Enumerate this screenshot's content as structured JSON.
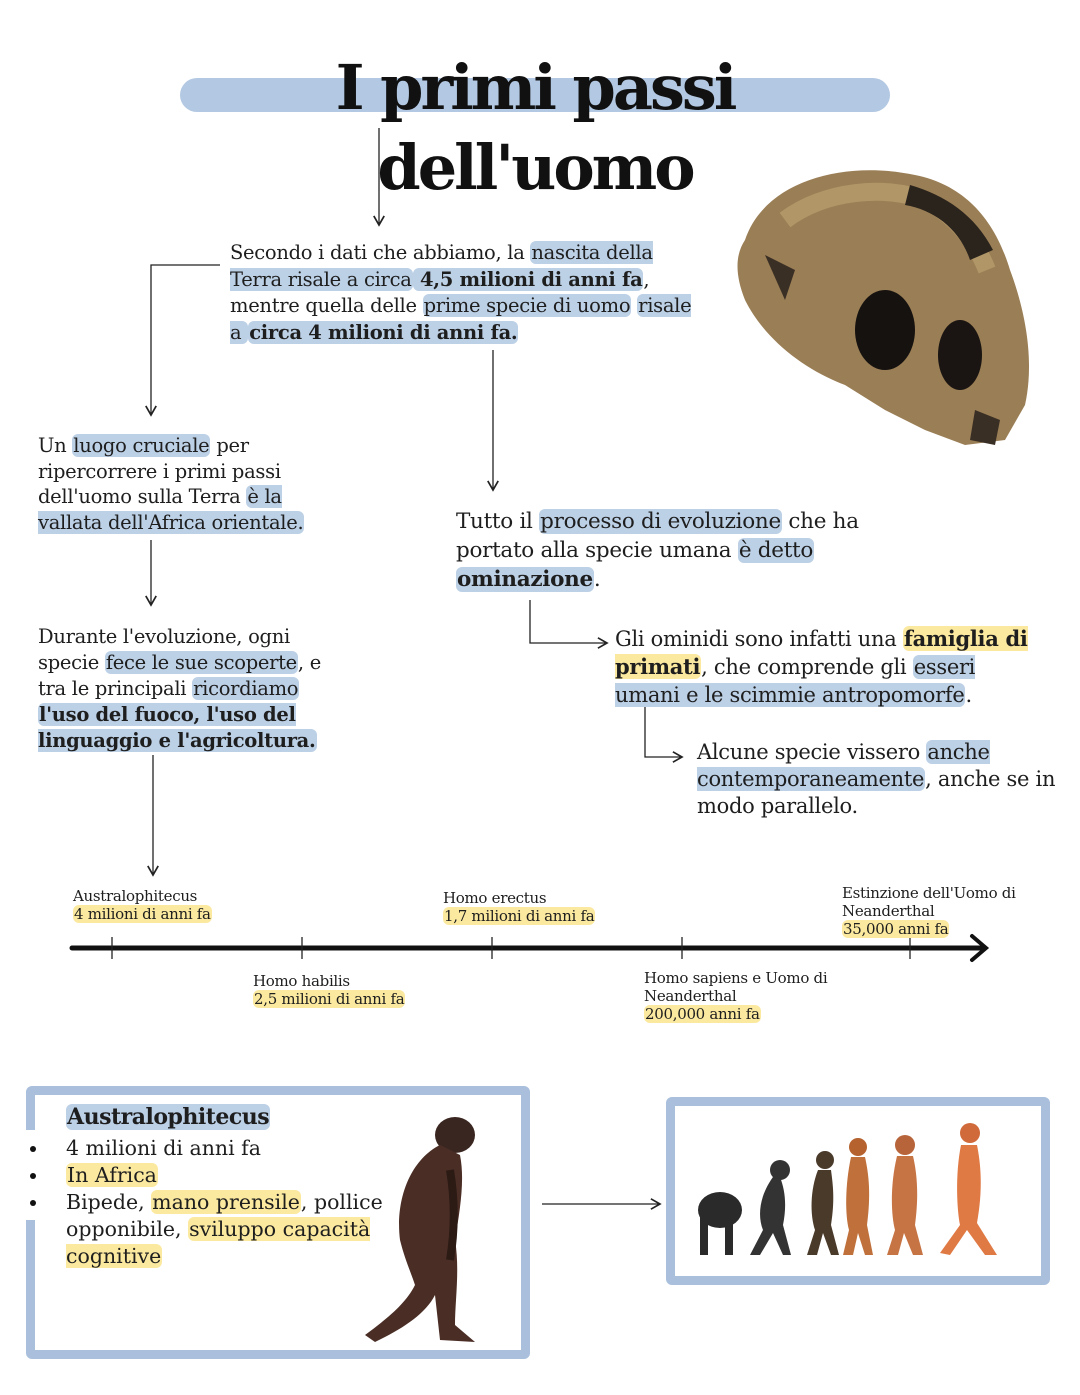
{
  "title": "I primi passi dell'uomo",
  "paragraphs": {
    "intro": [
      {
        "t": "Secondo i dati che abbiamo, la "
      },
      {
        "t": "nascita della Terra risale a circa",
        "h": "hb"
      },
      {
        "t": " 4,5 milioni di anni fa",
        "h": "hb",
        "b": true
      },
      {
        "t": ", mentre quella delle "
      },
      {
        "t": "prime specie di uomo",
        "h": "hb"
      },
      {
        "t": " "
      },
      {
        "t": "risale a ",
        "h": "hb"
      },
      {
        "t": "circa 4 milioni di anni fa.",
        "h": "hb",
        "b": true
      }
    ],
    "luogo": [
      {
        "t": "Un "
      },
      {
        "t": "luogo cruciale",
        "h": "hb"
      },
      {
        "t": " per ripercorrere i primi passi dell'uomo sulla Terra "
      },
      {
        "t": "è la vallata dell'Africa orientale.",
        "h": "hb"
      }
    ],
    "evoluzione": [
      {
        "t": "Durante l'evoluzione, ogni specie "
      },
      {
        "t": "fece le sue scoperte",
        "h": "hb"
      },
      {
        "t": ", e tra le principali "
      },
      {
        "t": "ricordiamo",
        "h": "hb"
      },
      {
        "t": " "
      },
      {
        "t": "l'uso del fuoco, l'uso del linguaggio e l'agricoltura.",
        "h": "hb",
        "b": true
      }
    ],
    "ominazione": [
      {
        "t": "Tutto il "
      },
      {
        "t": "processo di evoluzione",
        "h": "hb"
      },
      {
        "t": " che ha portato alla specie umana "
      },
      {
        "t": "è detto",
        "h": "hb"
      },
      {
        "t": " "
      },
      {
        "t": "ominazione",
        "h": "hb",
        "b": true
      },
      {
        "t": "."
      }
    ],
    "ominidi": [
      {
        "t": "Gli ominidi sono infatti una "
      },
      {
        "t": "famiglia di primati",
        "h": "hy",
        "b": true
      },
      {
        "t": ", che comprende gli "
      },
      {
        "t": "esseri umani e le scimmie antropomorfe",
        "h": "hb"
      },
      {
        "t": "."
      }
    ],
    "parallelo": [
      {
        "t": "Alcune specie vissero "
      },
      {
        "t": "anche contemporaneamente",
        "h": "hb"
      },
      {
        "t": ", anche se in modo parallelo."
      }
    ]
  },
  "timeline": [
    {
      "name": "Australophitecus",
      "date": "4 milioni di anni fa"
    },
    {
      "name": "Homo habilis",
      "date": "2,5 milioni di anni fa"
    },
    {
      "name": "Homo erectus",
      "date": "1,7 milioni di anni fa"
    },
    {
      "name": "Homo sapiens e Uomo di Neanderthal",
      "date": "200,000 anni fa"
    },
    {
      "name": "Estinzione dell'Uomo di Neanderthal",
      "date": "35,000 anni fa"
    }
  ],
  "box": {
    "heading": "Australophitecus",
    "items": [
      [
        {
          "t": "4 milioni di anni fa"
        }
      ],
      [
        {
          "t": "In Africa",
          "h": "hy"
        }
      ],
      [
        {
          "t": "Bipede, "
        },
        {
          "t": "mano prensile",
          "h": "hy"
        },
        {
          "t": ", pollice opponibile, "
        },
        {
          "t": "sviluppo capacità cognitive",
          "h": "hy"
        }
      ]
    ]
  },
  "colors": {
    "blue_highlight": "#bcd0e6",
    "yellow_highlight": "#fbe9a0",
    "frame": "#a9bfdc"
  }
}
